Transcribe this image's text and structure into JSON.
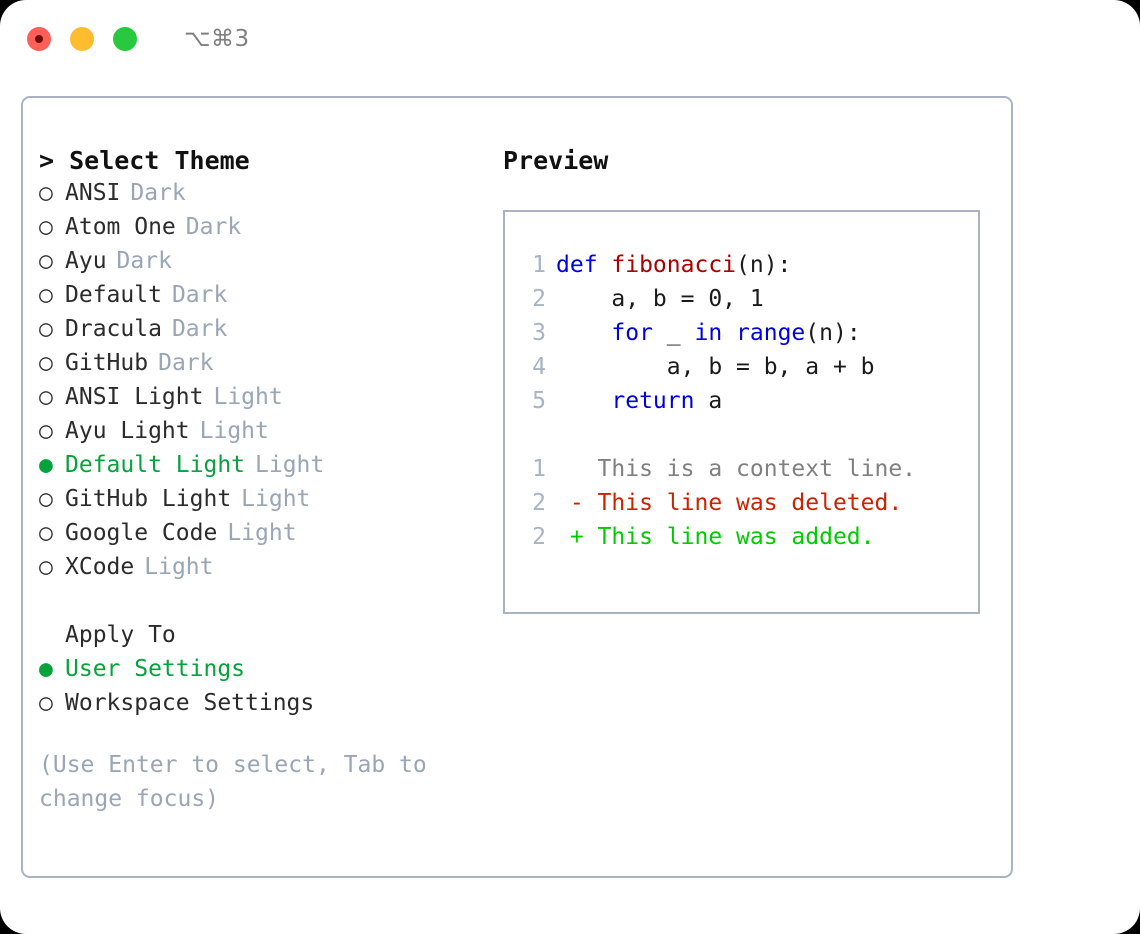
{
  "titlebar": {
    "lights": [
      {
        "name": "close-button",
        "color": "#ff5f57"
      },
      {
        "name": "minimize-button",
        "color": "#febc2e"
      },
      {
        "name": "maximize-button",
        "color": "#28c840"
      }
    ],
    "shortcut": "⌥⌘3"
  },
  "theme_panel": {
    "heading": "> Select Theme",
    "marker_selected": "●",
    "marker_unselected": "○",
    "items": [
      {
        "label": "ANSI",
        "tag": "Dark",
        "selected": false
      },
      {
        "label": "Atom One",
        "tag": "Dark",
        "selected": false
      },
      {
        "label": "Ayu",
        "tag": "Dark",
        "selected": false
      },
      {
        "label": "Default",
        "tag": "Dark",
        "selected": false
      },
      {
        "label": "Dracula",
        "tag": "Dark",
        "selected": false
      },
      {
        "label": "GitHub",
        "tag": "Dark",
        "selected": false
      },
      {
        "label": "ANSI Light",
        "tag": "Light",
        "selected": false
      },
      {
        "label": "Ayu Light",
        "tag": "Light",
        "selected": false
      },
      {
        "label": "Default Light",
        "tag": "Light",
        "selected": true
      },
      {
        "label": "GitHub Light",
        "tag": "Light",
        "selected": false
      },
      {
        "label": "Google Code",
        "tag": "Light",
        "selected": false
      },
      {
        "label": "XCode",
        "tag": "Light",
        "selected": false
      }
    ]
  },
  "apply_to": {
    "title": "Apply To",
    "items": [
      {
        "label": "User Settings",
        "selected": true
      },
      {
        "label": "Workspace Settings",
        "selected": false
      }
    ]
  },
  "hint": "(Use Enter to select, Tab to change focus)",
  "preview": {
    "title": "Preview",
    "code_lines": [
      {
        "no": "1",
        "tokens": [
          {
            "t": "def ",
            "c": "kw"
          },
          {
            "t": "fibonacci",
            "c": "fn"
          },
          {
            "t": "(n):",
            "c": "plain"
          }
        ]
      },
      {
        "no": "2",
        "tokens": [
          {
            "t": "    a, b = 0, 1",
            "c": "plain"
          }
        ]
      },
      {
        "no": "3",
        "tokens": [
          {
            "t": "    ",
            "c": "plain"
          },
          {
            "t": "for ",
            "c": "kw"
          },
          {
            "t": "_ ",
            "c": "plain"
          },
          {
            "t": "in ",
            "c": "kw"
          },
          {
            "t": "range",
            "c": "kw"
          },
          {
            "t": "(n):",
            "c": "plain"
          }
        ]
      },
      {
        "no": "4",
        "tokens": [
          {
            "t": "        a, b = b, a + b",
            "c": "plain"
          }
        ]
      },
      {
        "no": "5",
        "tokens": [
          {
            "t": "    ",
            "c": "plain"
          },
          {
            "t": "return ",
            "c": "kw"
          },
          {
            "t": "a",
            "c": "plain"
          }
        ]
      }
    ],
    "diff_lines": [
      {
        "no": "1",
        "tokens": [
          {
            "t": "   This is a context line.",
            "c": "ctx"
          }
        ]
      },
      {
        "no": "2",
        "tokens": [
          {
            "t": " - This line was deleted.",
            "c": "del"
          }
        ]
      },
      {
        "no": "2",
        "tokens": [
          {
            "t": " + This line was added.",
            "c": "add"
          }
        ]
      }
    ]
  },
  "colors": {
    "accent_green": "#06a33c",
    "muted": "#9aa5b5",
    "border": "#a9b3c2",
    "keyword": "#0000dd",
    "function": "#aa0000",
    "diff_delete": "#cc2200",
    "diff_add": "#00cc00"
  }
}
